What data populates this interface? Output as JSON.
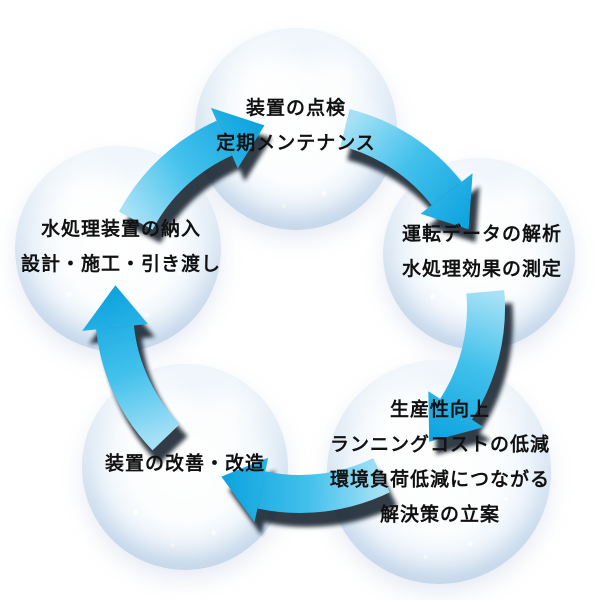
{
  "diagram": {
    "type": "cycle",
    "flow": "clockwise",
    "steps": [
      {
        "id": "maintenance",
        "label": "装置の点検\n定期メンテナンス"
      },
      {
        "id": "analysis",
        "label": "運転データの解析\n水処理効果の測定"
      },
      {
        "id": "solution-planning",
        "label": "生産性向上\nランニングコストの低減\n環境負荷低減につながる\n解決策の立案"
      },
      {
        "id": "improvement",
        "label": "装置の改善・改造"
      },
      {
        "id": "delivery",
        "label": "水処理装置の納入\n設計・施工・引き渡し"
      }
    ],
    "colors": {
      "arrow_light": "#a6e1f6",
      "arrow_mid": "#43c1ec",
      "arrow_dark": "#0ba2de",
      "arrow_shadow": "#19222f",
      "bubble_rim": "#a5c3e0",
      "text": "#111111",
      "background": "#ffffff"
    }
  }
}
